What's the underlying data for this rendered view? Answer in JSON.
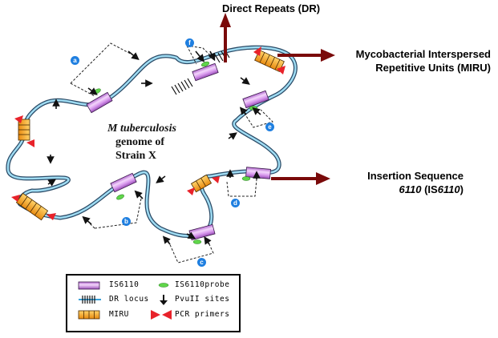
{
  "center_title": {
    "organism": "M tuberculosis",
    "line2": "genome of",
    "line3": "Strain X"
  },
  "callouts": [
    {
      "id": "dr",
      "text": "Direct Repeats (DR)"
    },
    {
      "id": "miru",
      "line1": "Mycobacterial Interspersed",
      "line2": "Repetitive Units (MIRU)"
    },
    {
      "id": "is6110",
      "line1": "Insertion Sequence",
      "line2_italic": "6110",
      "line2_rest": " (IS",
      "line2_italic2": "6110",
      "line2_end": ")"
    }
  ],
  "fragment_badges": [
    "a",
    "b",
    "c",
    "d",
    "e",
    "f"
  ],
  "legend": {
    "items": [
      {
        "icon": "is6110-element-icon",
        "label": "IS6110"
      },
      {
        "icon": "probe-icon",
        "label": "IS6110probe"
      },
      {
        "icon": "dr-locus-icon",
        "label": "DR locus"
      },
      {
        "icon": "pvuii-site-arrow-icon",
        "label": "PvuII sites"
      },
      {
        "icon": "miru-icon",
        "label": "MIRU"
      },
      {
        "icon": "pcr-primers-icon",
        "label": "PCR primers"
      }
    ]
  },
  "colors": {
    "dna_strand": "#6cc3e6",
    "dna_outline": "#2a4a66",
    "is6110": "#d58ce8",
    "probe": "#5fd64a",
    "miru": "#f4a623",
    "primer": "#e8222a",
    "callout_arrow": "#7a0a0a",
    "badge": "#1f7fe0"
  }
}
